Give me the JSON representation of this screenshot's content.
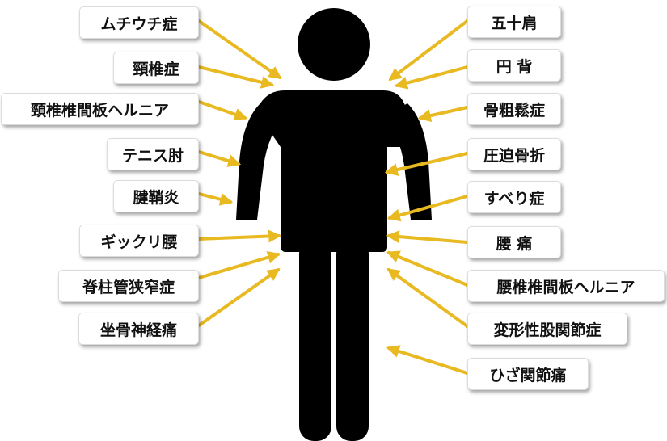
{
  "title": "",
  "colors": {
    "figure": "#000000",
    "arrow": "#e8b921",
    "label_bg": "#ffffff",
    "label_text": "#111111"
  },
  "figure_icon": "human-silhouette-icon",
  "left_labels": [
    {
      "id": "muchiuchisho",
      "text": "ムチウチ症"
    },
    {
      "id": "keitsuisho",
      "text": "頸椎症"
    },
    {
      "id": "keitsui-hernia",
      "text": "頸椎椎間板ヘルニア"
    },
    {
      "id": "tennis-elbow",
      "text": "テニス肘"
    },
    {
      "id": "kensho-en",
      "text": "腱鞘炎"
    },
    {
      "id": "gikkuri-goshi",
      "text": "ギックリ腰"
    },
    {
      "id": "sekichukan-kyosakusho",
      "text": "脊柱管狭窄症"
    },
    {
      "id": "zakotsu-shinkeitsu",
      "text": "坐骨神経痛"
    }
  ],
  "right_labels": [
    {
      "id": "gojukata",
      "text": "五十肩"
    },
    {
      "id": "enpai",
      "text": "円 背"
    },
    {
      "id": "kotsusosho",
      "text": "骨粗鬆症"
    },
    {
      "id": "appaku-kossetsu",
      "text": "圧迫骨折"
    },
    {
      "id": "suberisho",
      "text": "すべり症"
    },
    {
      "id": "yotsu",
      "text": "腰 痛"
    },
    {
      "id": "yotsui-hernia",
      "text": "腰椎椎間板ヘルニア"
    },
    {
      "id": "henkeisei-kokansetsusho",
      "text": "変形性股関節症"
    },
    {
      "id": "hiza-kansetsutsu",
      "text": "ひざ関節痛"
    }
  ]
}
